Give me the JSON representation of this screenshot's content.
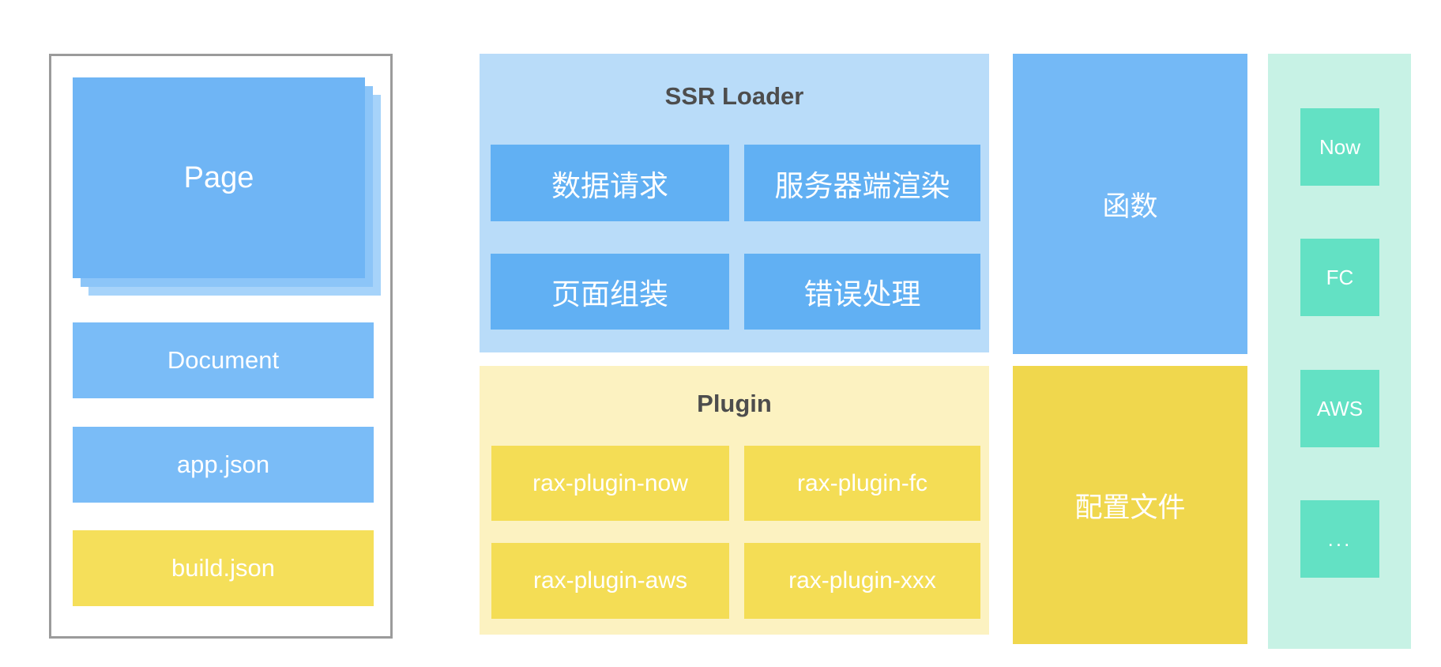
{
  "left_panel": {
    "page_label": "Page",
    "document_label": "Document",
    "app_json_label": "app.json",
    "build_json_label": "build.json"
  },
  "ssr_loader": {
    "title": "SSR Loader",
    "items": [
      "数据请求",
      "服务器端渲染",
      "页面组装",
      "错误处理"
    ]
  },
  "plugin": {
    "title": "Plugin",
    "items": [
      "rax-plugin-now",
      "rax-plugin-fc",
      "rax-plugin-aws",
      "rax-plugin-xxx"
    ]
  },
  "function_label": "函数",
  "config_label": "配置文件",
  "providers": [
    "Now",
    "FC",
    "AWS",
    "..."
  ],
  "colors": {
    "box_blue": "#61b0f3",
    "card_blue": "#7abcf7",
    "panel_light_blue": "#b9dcf9",
    "box_yellow": "#f4dd55",
    "panel_light_yellow": "#fcf2c1",
    "config_yellow": "#f0d74d",
    "provider_teal": "#63e1c4",
    "panel_light_teal": "#c7f2e5",
    "title_text_gray": "#4d4d4d",
    "panel_border_gray": "#9b9b9b",
    "box_text_white": "#ffffff"
  }
}
